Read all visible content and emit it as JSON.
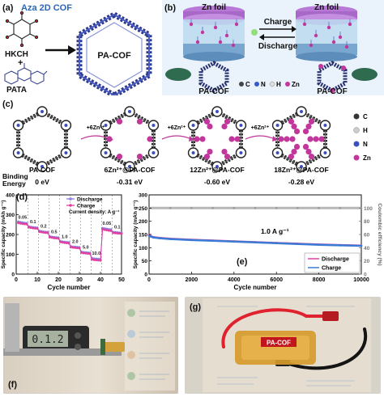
{
  "panel_a": {
    "label": "(a)",
    "title": "Aza 2D COF",
    "reactant1": "HKCH",
    "plus": "+",
    "reactant2": "PATA",
    "product": "PA-COF"
  },
  "panel_b": {
    "label": "(b)",
    "foil_left": "Zn foil",
    "foil_right": "Zn foil",
    "charge": "Charge",
    "discharge": "Discharge",
    "cof_left": "PA-COF",
    "cof_right": "PA-COF",
    "legend": [
      {
        "symbol": "C",
        "color": "#444444"
      },
      {
        "symbol": "N",
        "color": "#3a57c8"
      },
      {
        "symbol": "H",
        "color": "#dddddd"
      },
      {
        "symbol": "Zn",
        "color": "#c2379b"
      }
    ]
  },
  "panel_c": {
    "label": "(c)",
    "structures": [
      {
        "name": "PA-COF",
        "energy": "0 eV",
        "zn_count": 0
      },
      {
        "name": "6Zn²⁺@PA-COF",
        "energy": "-0.31 eV",
        "zn_count": 6
      },
      {
        "name": "12Zn²⁺@PA-COF",
        "energy": "-0.60 eV",
        "zn_count": 12
      },
      {
        "name": "18Zn²⁺@PA-COF",
        "energy": "-0.28 eV",
        "zn_count": 18
      }
    ],
    "steps": [
      "+6Zn²⁺",
      "+6Zn²⁺",
      "+6Zn²⁺"
    ],
    "binding_label_1": "Binding",
    "binding_label_2": "Energy",
    "legend": [
      {
        "symbol": "C",
        "color": "#333333"
      },
      {
        "symbol": "H",
        "color": "#cccccc"
      },
      {
        "symbol": "N",
        "color": "#3a4fc0"
      },
      {
        "symbol": "Zn",
        "color": "#c2379b"
      }
    ]
  },
  "panel_d": {
    "label": "(d)",
    "ylabel": "Specific capacity (mAh g⁻¹)",
    "xlabel": "Cycle number",
    "legend_discharge": "Discharge",
    "legend_charge": "Charge",
    "current_label": "Current density: A g⁻¹",
    "rate_labels": [
      "0.05",
      "0.1",
      "0.2",
      "0.5",
      "1.0",
      "2.0",
      "5.0",
      "10.0",
      "0.05",
      "0.1"
    ]
  },
  "panel_e": {
    "label": "(e)",
    "ylabel_left": "Specific capacity (mAh g⁻¹)",
    "ylabel_right": "Coulombic efficiency (%)",
    "xlabel": "Cycle number",
    "annotation": "1.0 A g⁻¹",
    "legend_discharge": "Discharge",
    "legend_charge": "Charge"
  },
  "panel_f": {
    "label": "(f)"
  },
  "panel_g": {
    "label": "(g)",
    "tag": "PA-COF"
  },
  "chart_data": [
    {
      "type": "line",
      "xlabel": "Cycle number",
      "ylabel": "Specific capacity (mAh g⁻¹)",
      "xlim": [
        0,
        50
      ],
      "ylim": [
        0,
        400
      ],
      "xticks": [
        0,
        10,
        20,
        30,
        40,
        50
      ],
      "yticks": [
        0,
        100,
        200,
        300,
        400
      ],
      "series": [
        {
          "name": "Discharge",
          "color": "#8a7fe0",
          "x": [
            1,
            2,
            3,
            4,
            5,
            6,
            7,
            8,
            9,
            10,
            11,
            12,
            13,
            14,
            15,
            16,
            17,
            18,
            19,
            20,
            21,
            22,
            23,
            24,
            25,
            26,
            27,
            28,
            29,
            30,
            31,
            32,
            33,
            34,
            35,
            36,
            37,
            38,
            39,
            40,
            41,
            42,
            43,
            44,
            45,
            46,
            47,
            48,
            49,
            50
          ],
          "y": [
            265,
            262,
            260,
            258,
            257,
            240,
            238,
            236,
            235,
            234,
            218,
            216,
            214,
            213,
            212,
            190,
            188,
            186,
            185,
            184,
            166,
            164,
            162,
            161,
            160,
            140,
            138,
            137,
            136,
            135,
            112,
            110,
            109,
            108,
            107,
            80,
            78,
            77,
            76,
            75,
            232,
            230,
            228,
            226,
            225,
            212,
            211,
            210,
            209,
            208
          ]
        },
        {
          "name": "Charge",
          "color": "#e040a0",
          "x": [
            1,
            2,
            3,
            4,
            5,
            6,
            7,
            8,
            9,
            10,
            11,
            12,
            13,
            14,
            15,
            16,
            17,
            18,
            19,
            20,
            21,
            22,
            23,
            24,
            25,
            26,
            27,
            28,
            29,
            30,
            31,
            32,
            33,
            34,
            35,
            36,
            37,
            38,
            39,
            40,
            41,
            42,
            43,
            44,
            45,
            46,
            47,
            48,
            49,
            50
          ],
          "y": [
            258,
            256,
            254,
            253,
            252,
            236,
            234,
            232,
            231,
            230,
            214,
            212,
            210,
            209,
            208,
            186,
            184,
            182,
            181,
            180,
            162,
            160,
            158,
            157,
            156,
            136,
            134,
            133,
            132,
            131,
            108,
            106,
            105,
            104,
            103,
            74,
            72,
            71,
            70,
            69,
            226,
            224,
            222,
            220,
            219,
            208,
            207,
            206,
            205,
            204
          ]
        }
      ]
    },
    {
      "type": "line",
      "xlabel": "Cycle number",
      "ylabel": "Specific capacity (mAh g⁻¹)",
      "y2label": "Coulombic efficiency (%)",
      "xlim": [
        0,
        10000
      ],
      "ylim": [
        0,
        300
      ],
      "y2lim": [
        0,
        120
      ],
      "xticks": [
        0,
        2000,
        4000,
        6000,
        8000,
        10000
      ],
      "yticks": [
        0,
        50,
        100,
        150,
        200,
        250,
        300
      ],
      "y2ticks": [
        0,
        20,
        40,
        60,
        80,
        100
      ],
      "annotation": "1.0 A g⁻¹",
      "series": [
        {
          "name": "Discharge",
          "color": "#e040a0",
          "x": [
            0,
            50,
            200,
            500,
            1000,
            2000,
            3000,
            4000,
            5000,
            6000,
            7000,
            8000,
            9000,
            10000
          ],
          "y": [
            150,
            145,
            140,
            137,
            134,
            130,
            127,
            124,
            121,
            118,
            115,
            112,
            110,
            108
          ]
        },
        {
          "name": "Charge",
          "color": "#3a7bd5",
          "x": [
            0,
            50,
            200,
            500,
            1000,
            2000,
            3000,
            4000,
            5000,
            6000,
            7000,
            8000,
            9000,
            10000
          ],
          "y": [
            145,
            143,
            139,
            136,
            133,
            129,
            126,
            123,
            120,
            117,
            114,
            111,
            109,
            107
          ]
        },
        {
          "name": "Coulombic efficiency",
          "axis": "right",
          "color": "#999999",
          "x": [
            0,
            1000,
            2000,
            3000,
            4000,
            5000,
            6000,
            7000,
            8000,
            9000,
            10000
          ],
          "y": [
            100,
            100,
            100,
            100,
            100,
            100,
            100,
            100,
            100,
            100,
            100
          ]
        }
      ]
    }
  ]
}
